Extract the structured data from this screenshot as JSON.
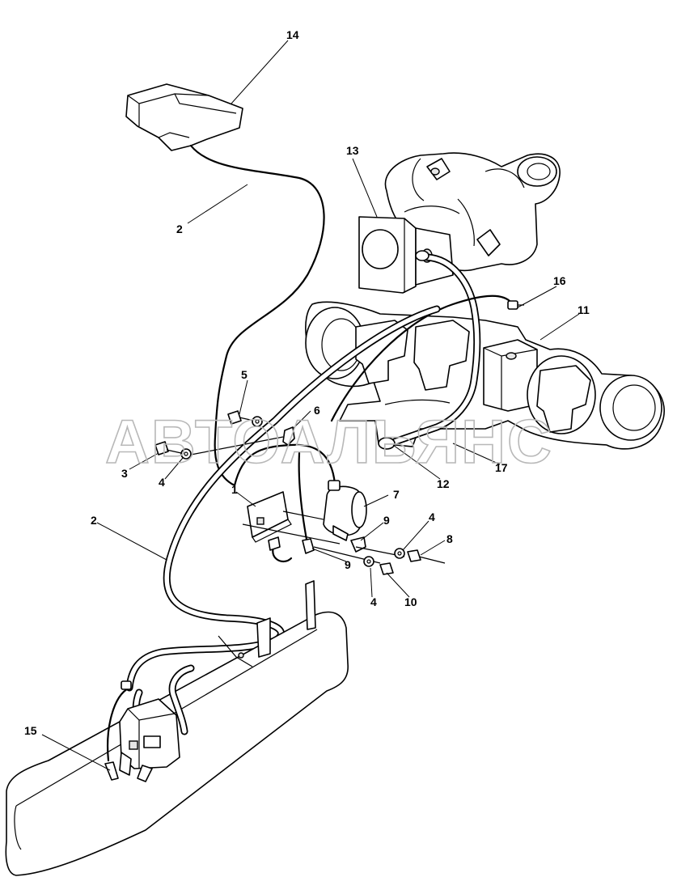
{
  "watermark": "АВТОАЛЬЯНС",
  "callouts": {
    "c1": "1",
    "c2a": "2",
    "c2b": "2",
    "c3": "3",
    "c4a": "4",
    "c4b": "4",
    "c4c": "4",
    "c5": "5",
    "c6": "6",
    "c7": "7",
    "c8": "8",
    "c9a": "9",
    "c9b": "9",
    "c10": "10",
    "c11": "11",
    "c12": "12",
    "c13": "13",
    "c14": "14",
    "c15": "15",
    "c16": "16",
    "c17": "17"
  },
  "icons": {
    "part-14": "control-unit-icon",
    "part-13": "turbocharger-icon",
    "part-11": "engine-block-icon",
    "part-7": "actuator-icon",
    "part-1": "bracket-icon",
    "part-15": "valve-assembly-icon",
    "part-tank": "tank-panel-icon"
  }
}
